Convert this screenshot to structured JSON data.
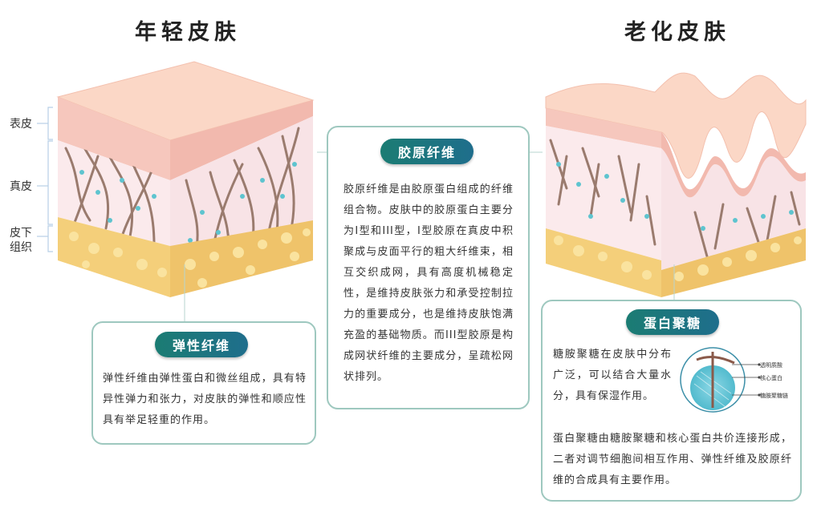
{
  "titles": {
    "young": "年轻皮肤",
    "aged": "老化皮肤"
  },
  "layers": {
    "epidermis": "表皮",
    "dermis": "真皮",
    "subcutaneous_line1": "皮下",
    "subcutaneous_line2": "组织"
  },
  "collagen": {
    "title": "胶原纤维",
    "text": "胶原纤维是由胶原蛋白组成的纤维组合物。皮肤中的胶原蛋白主要分为I型和III型，I型胶原在真皮中积聚成与皮面平行的粗大纤维束，相互交织成网，具有高度机械稳定性，是维持皮肤张力和承受控制拉力的重要成分，也是维持皮肤饱满充盈的基础物质。而III型胶原是构成网状纤维的主要成分，呈疏松网状排列。"
  },
  "elastic": {
    "title": "弹性纤维",
    "text": "弹性纤维由弹性蛋白和微丝组成，具有特异性弹力和张力，对皮肤的弹性和顺应性具有举足轻重的作用。"
  },
  "proteoglycan": {
    "title": "蛋白聚糖",
    "text_top": "糖胺聚糖在皮肤中分布广泛，可以结合大量水分，具有保湿作用。",
    "text_bottom": "蛋白聚糖由糖胺聚糖和核心蛋白共价连接形成，二者对调节细胞间相互作用、弹性纤维及胶原纤维的合成具有主要作用。",
    "diagram_labels": {
      "hyaluronic": "透明质酸",
      "core_protein": "核心蛋白",
      "gag_chain": "糖胺聚糖链"
    }
  },
  "colors": {
    "teal_accent": "#1b7c73",
    "box_border": "#9ec8bf",
    "epidermis": "#f6c7bd",
    "dermis": "#fbeaec",
    "fat": "#f4cf7a"
  }
}
